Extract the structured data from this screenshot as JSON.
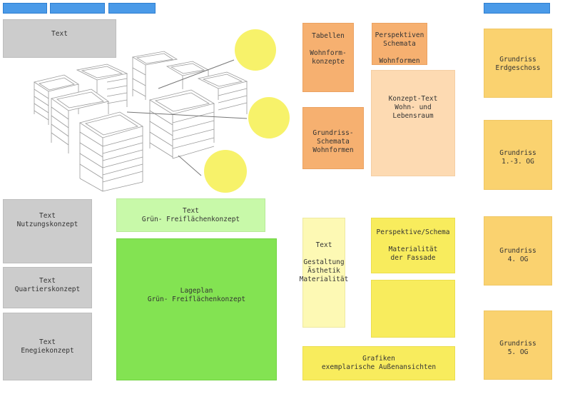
{
  "tabs": [
    "",
    "",
    "",
    ""
  ],
  "boxes": {
    "text_top": "Text",
    "tabellen": "Tabellen\n\nWohnform-\nkonzepte",
    "perspektiven": "Perspektiven\nSchemata\n\nWohnformen",
    "grundriss_eg": "Grundriss\nErdgeschoss",
    "konzept_text": "Konzept-Text\nWohn- und\nLebensraum",
    "grundriss_schemata": "Grundriss-\nSchemata\nWohnformen",
    "grundriss_1_3": "Grundriss\n1.-3. OG",
    "text_gruen": "Text\nGrün- Freiflächenkonzept",
    "text_nutzung": "Text\nNutzungskonzept",
    "text_gestaltung": "Text\n\nGestaltung\nÄsthetik\nMaterialität",
    "perspektive_schema": "Perspektive/Schema\n\nMaterialität\nder Fassade",
    "grundriss_4": "Grundriss\n4. OG",
    "text_quartier": "Text\nQuartierskonzept",
    "lageplan": "Lageplan\nGrün- Freiflächenkonzept",
    "text_energie": "Text\nEnegiekonzept",
    "grundriss_5": "Grundriss\n5. OG",
    "grafiken": "Grafiken\nexemplarische Außenansichten",
    "empty_yellow": ""
  },
  "colors": {
    "tab_blue": "#4a9ae8",
    "gray": "#cccccc",
    "orange": "#f6b070",
    "peach": "#fddab2",
    "gold": "#fad26f",
    "light_green": "#c8f9a9",
    "green": "#83e352",
    "light_yellow": "#fdf9b4",
    "yellow": "#f8ec5d",
    "circle_yellow": "#f7f26a"
  }
}
